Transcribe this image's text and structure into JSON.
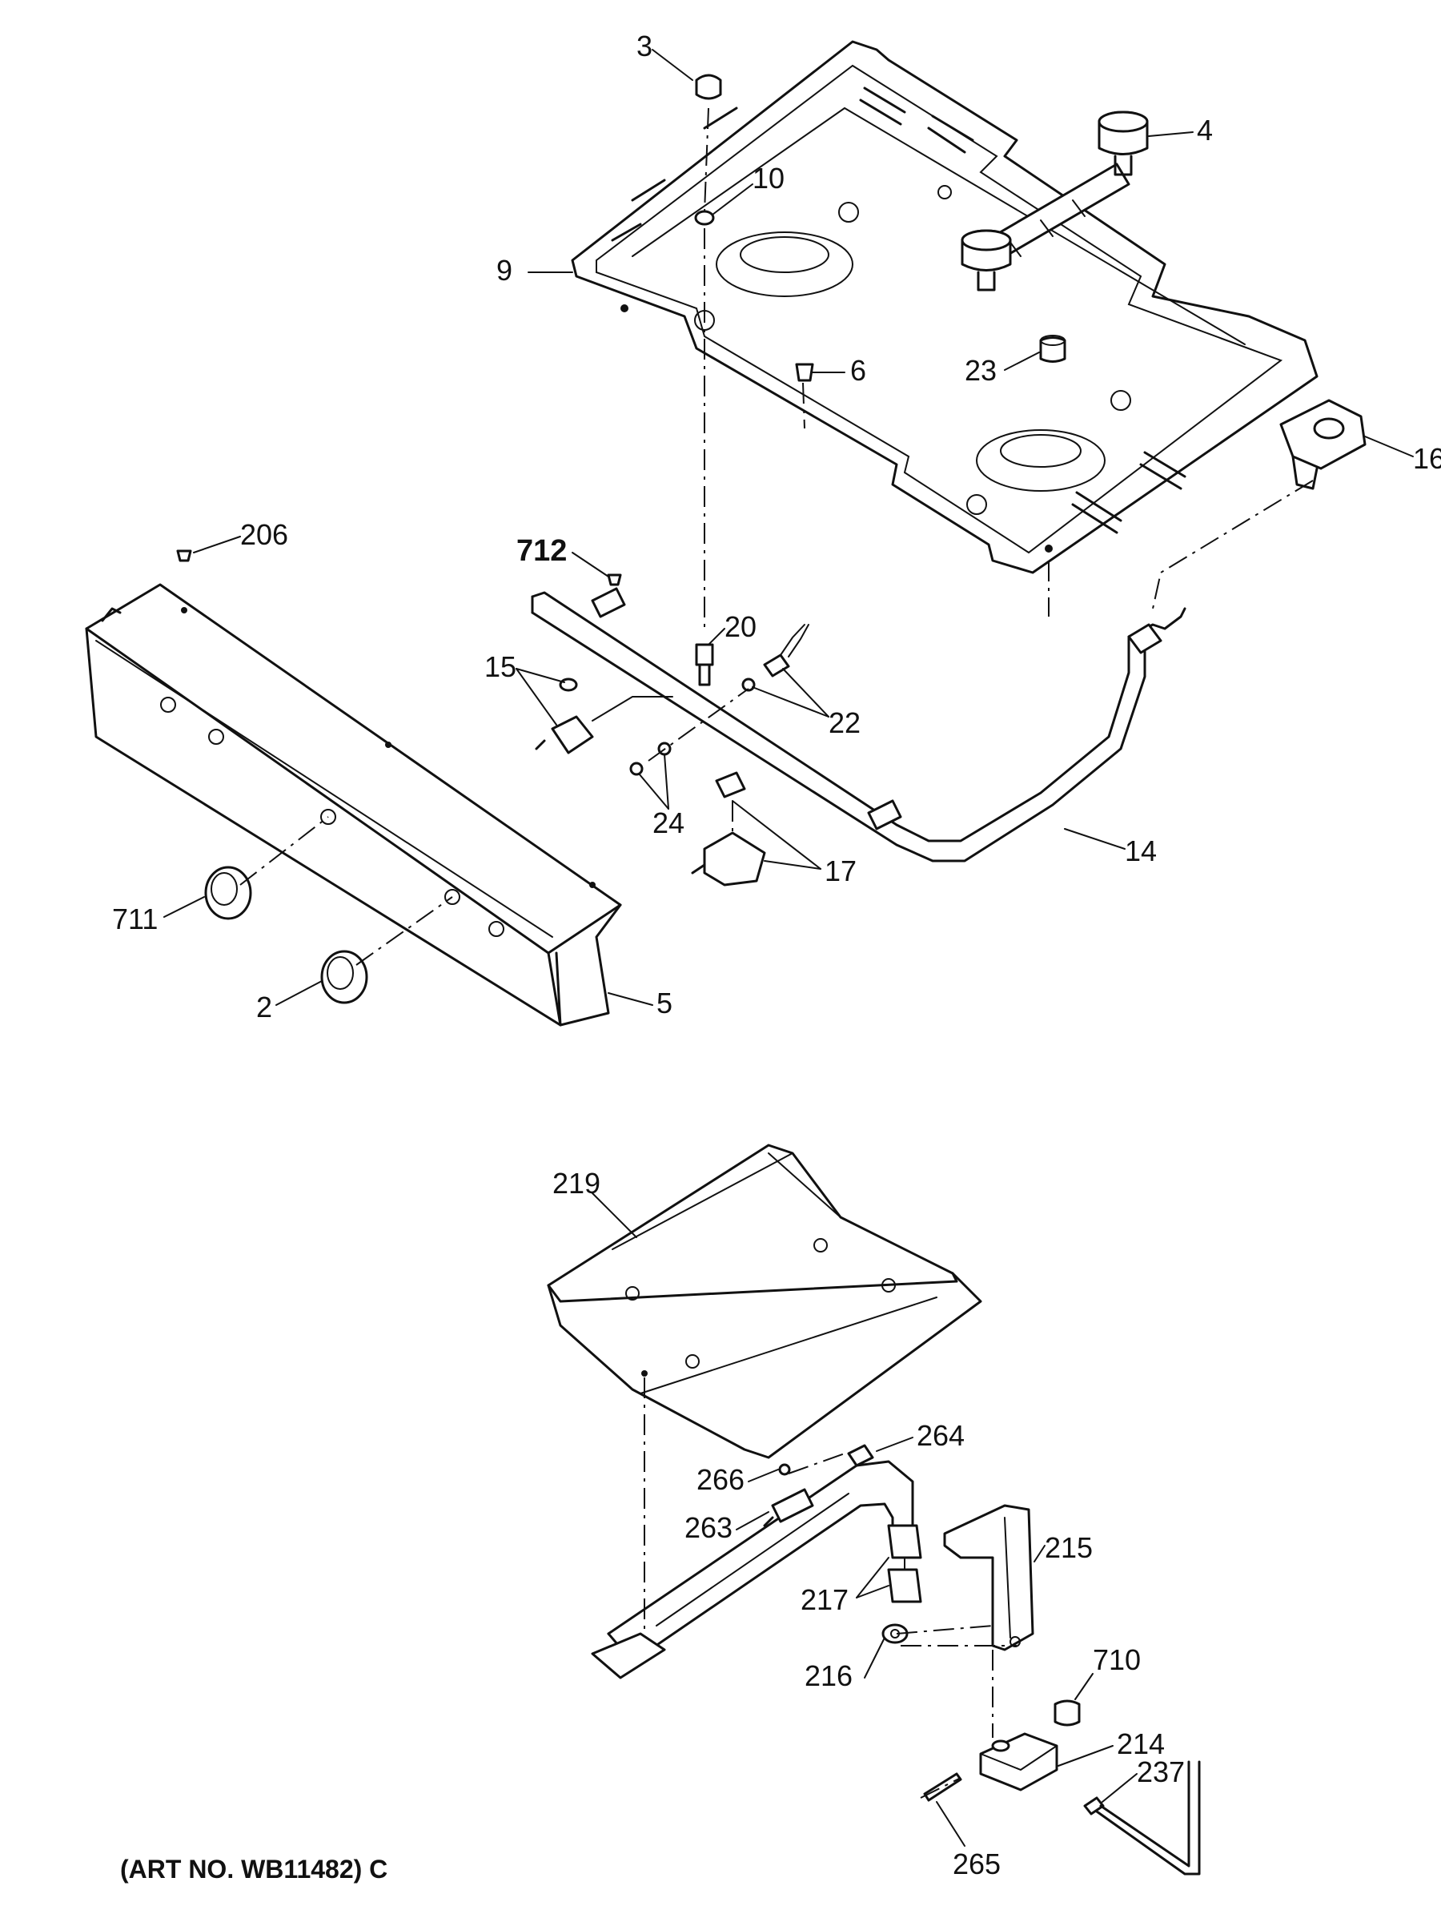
{
  "labels": {
    "l3": "3",
    "l4": "4",
    "l9": "9",
    "l10": "10",
    "l6": "6",
    "l23": "23",
    "l16": "16",
    "l206": "206",
    "l712": "712",
    "l15": "15",
    "l20": "20",
    "l22": "22",
    "l24": "24",
    "l17": "17",
    "l14": "14",
    "l711": "711",
    "l2": "2",
    "l5": "5",
    "l219": "219",
    "l264": "264",
    "l266": "266",
    "l263": "263",
    "l215": "215",
    "l217": "217",
    "l216": "216",
    "l710": "710",
    "l214": "214",
    "l237": "237",
    "l265": "265"
  },
  "art_number": "(ART NO. WB11482) C"
}
